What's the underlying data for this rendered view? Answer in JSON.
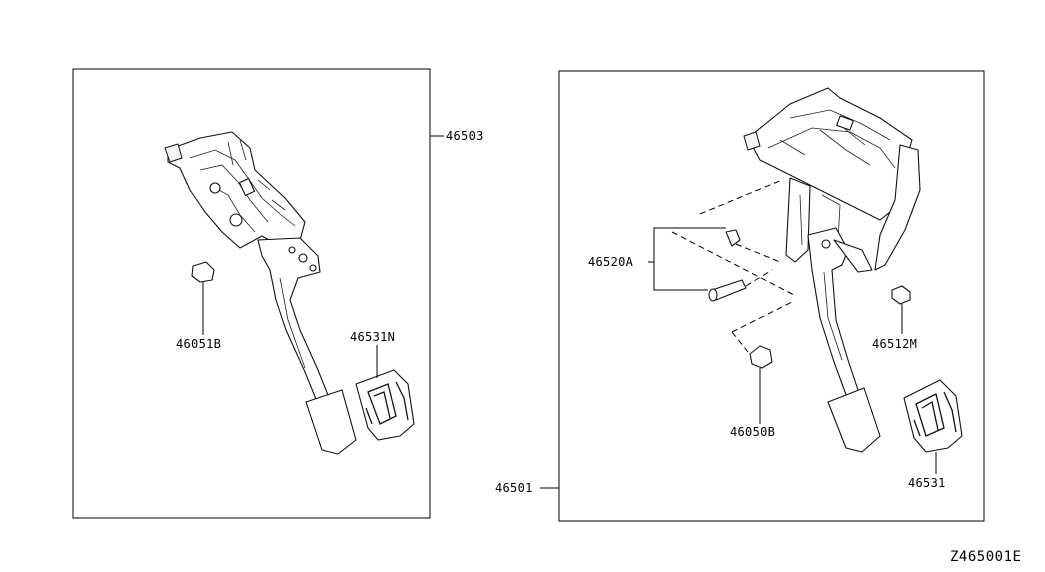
{
  "diagram": {
    "drawing_code": "Z465001E",
    "left_panel": {
      "assembly_label": "46503",
      "labels": [
        "46051B",
        "46531N"
      ]
    },
    "right_panel": {
      "assembly_label": "46501",
      "labels": [
        "46520A",
        "46512M",
        "46050B",
        "46531"
      ]
    }
  }
}
